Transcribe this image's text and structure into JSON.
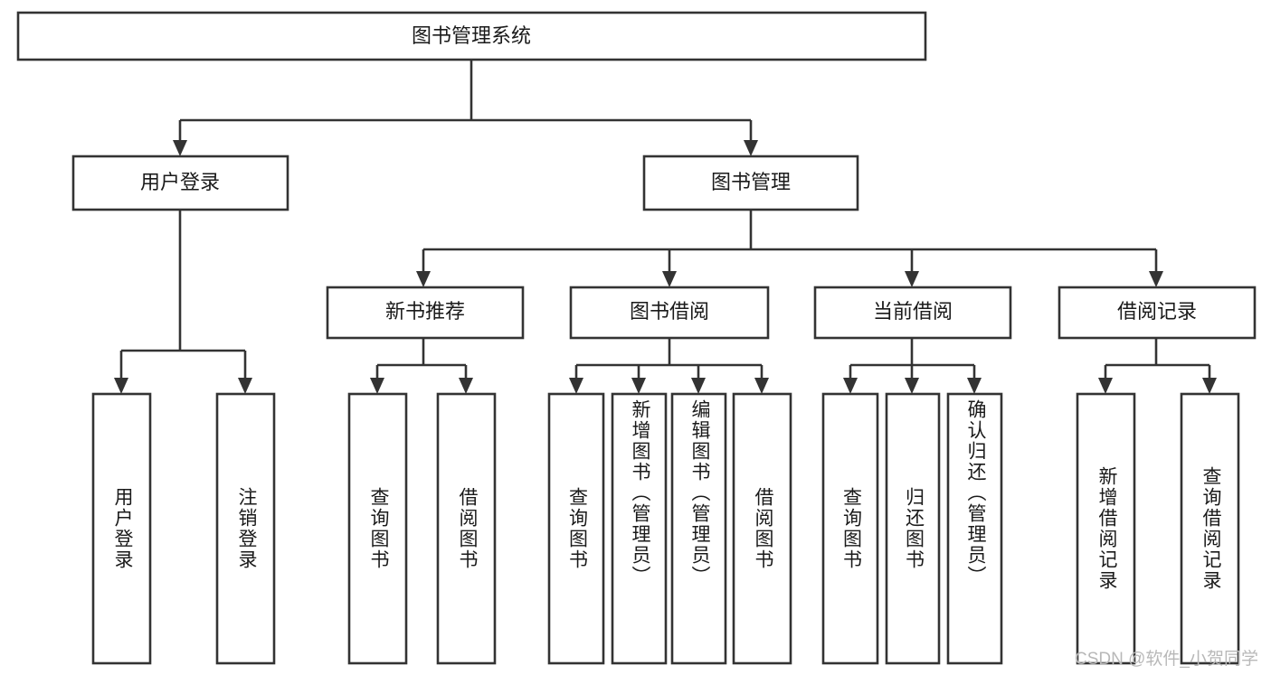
{
  "diagram": {
    "type": "tree",
    "title": "图书管理系统",
    "watermark": "CSDN @软件_小贺同学",
    "nodes": {
      "root": {
        "label": "图书管理系统"
      },
      "level2": [
        {
          "id": "user-login",
          "label": "用户登录"
        },
        {
          "id": "book-management",
          "label": "图书管理"
        }
      ],
      "level3": [
        {
          "id": "new-book-recommend",
          "label": "新书推荐",
          "parent": "book-management"
        },
        {
          "id": "book-borrow",
          "label": "图书借阅",
          "parent": "book-management"
        },
        {
          "id": "current-borrow",
          "label": "当前借阅",
          "parent": "book-management"
        },
        {
          "id": "borrow-record",
          "label": "借阅记录",
          "parent": "book-management"
        }
      ],
      "leaves": [
        {
          "id": "leaf-user-login",
          "label": "用户登录",
          "parent": "user-login"
        },
        {
          "id": "leaf-user-logout",
          "label": "注销登录",
          "parent": "user-login"
        },
        {
          "id": "leaf-query-book-1",
          "label": "查询图书",
          "parent": "new-book-recommend"
        },
        {
          "id": "leaf-borrow-book-1",
          "label": "借阅图书",
          "parent": "new-book-recommend"
        },
        {
          "id": "leaf-query-book-2",
          "label": "查询图书",
          "parent": "book-borrow"
        },
        {
          "id": "leaf-add-book",
          "label": "新增图书（管理员）",
          "parent": "book-borrow"
        },
        {
          "id": "leaf-edit-book",
          "label": "编辑图书（管理员）",
          "parent": "book-borrow"
        },
        {
          "id": "leaf-borrow-book-2",
          "label": "借阅图书",
          "parent": "book-borrow"
        },
        {
          "id": "leaf-query-book-3",
          "label": "查询图书",
          "parent": "current-borrow"
        },
        {
          "id": "leaf-return-book",
          "label": "归还图书",
          "parent": "current-borrow"
        },
        {
          "id": "leaf-confirm-return",
          "label": "确认归还（管理员）",
          "parent": "current-borrow"
        },
        {
          "id": "leaf-add-record",
          "label": "新增借阅记录",
          "parent": "borrow-record"
        },
        {
          "id": "leaf-query-record",
          "label": "查询借阅记录",
          "parent": "borrow-record"
        }
      ]
    },
    "colors": {
      "stroke": "#333333",
      "fill": "#ffffff",
      "text": "#1a1a1a",
      "watermark": "#b8b8b8"
    }
  }
}
